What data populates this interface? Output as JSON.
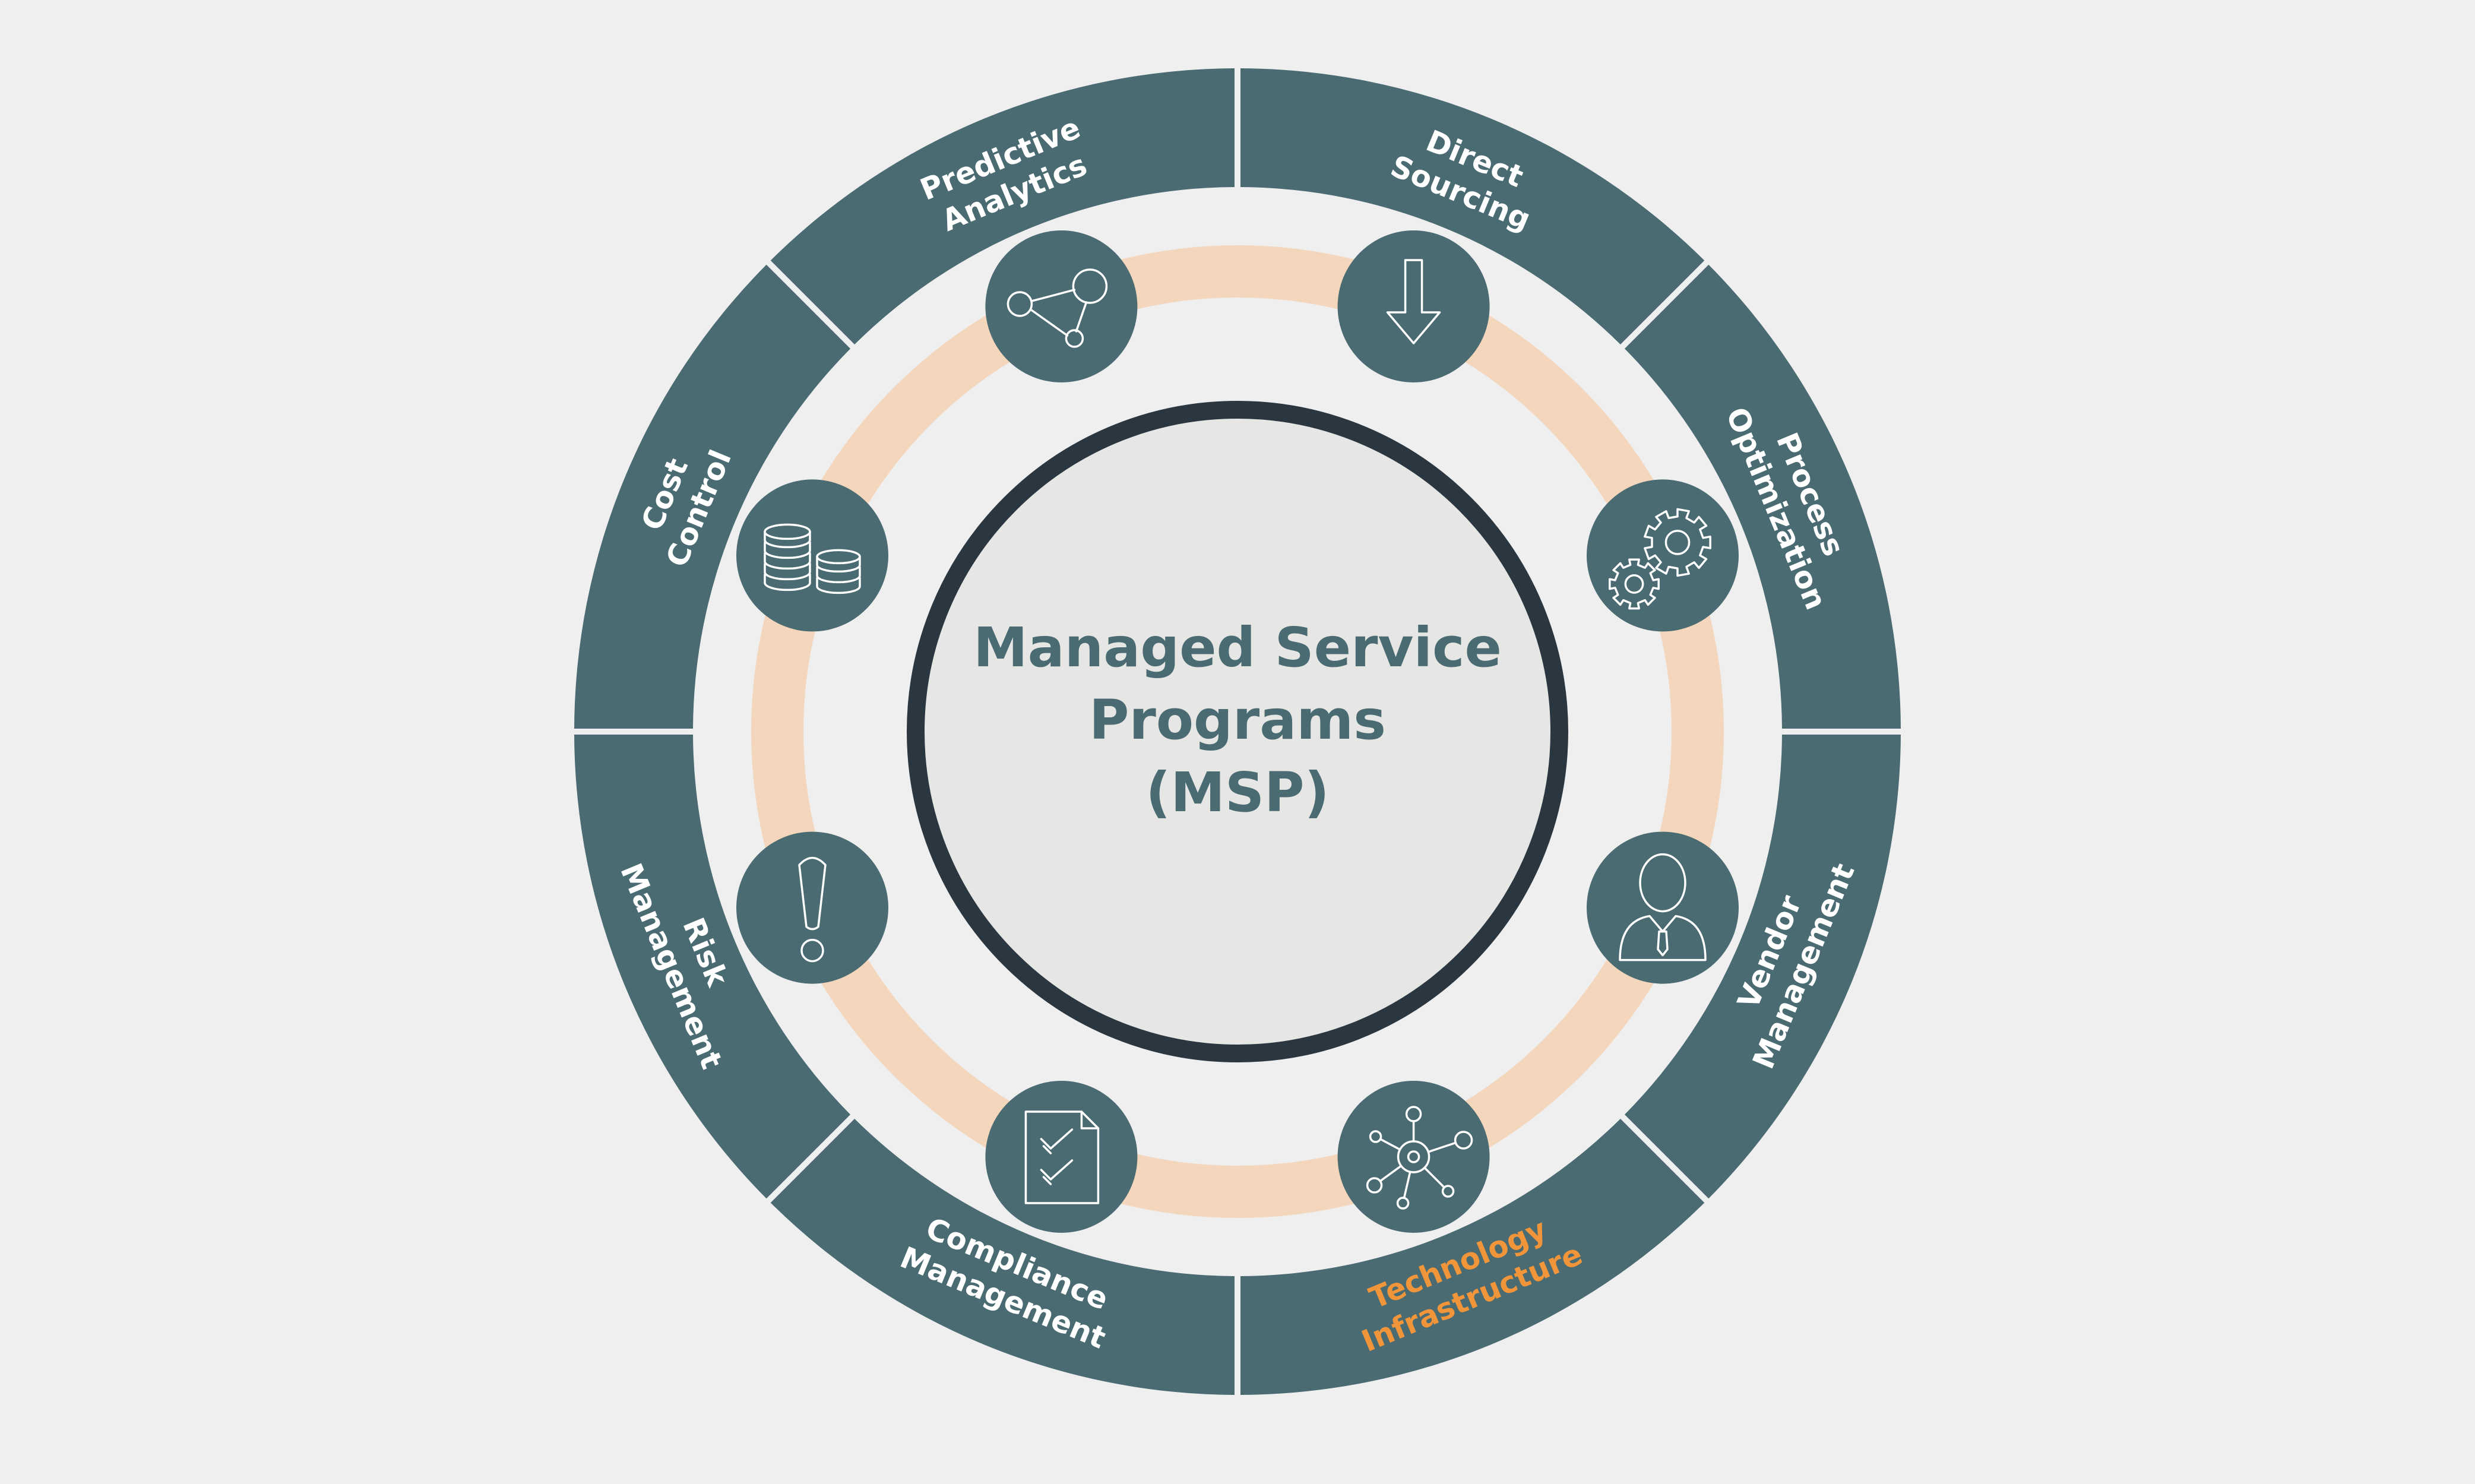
{
  "colors": {
    "background": "#efefef",
    "segment": "#4a6b72",
    "accent_text": "#f0953a",
    "ring": "#f3d6bc",
    "center_fill": "#e6e6e4",
    "center_border": "#2a3640",
    "center_text": "#4a6b72"
  },
  "center": {
    "line1": "Managed Service",
    "line2": "Programs",
    "line3": "(MSP)"
  },
  "segments": [
    {
      "id": "direct-sourcing",
      "line1": "Direct",
      "line2": "Sourcing",
      "icon": "download-arrow-icon",
      "highlight": false
    },
    {
      "id": "process-optimization",
      "line1": "Process",
      "line2": "Optimization",
      "icon": "gears-icon",
      "highlight": false
    },
    {
      "id": "vendor-management",
      "line1": "Vendor",
      "line2": "Management",
      "icon": "person-icon",
      "highlight": false
    },
    {
      "id": "technology-infrastructure",
      "line1": "Technology",
      "line2": "Infrastructure",
      "icon": "network-hub-icon",
      "highlight": true
    },
    {
      "id": "compliance-management",
      "line1": "Compliance",
      "line2": "Management",
      "icon": "checklist-document-icon",
      "highlight": false
    },
    {
      "id": "risk-management",
      "line1": "Risk",
      "line2": "Management",
      "icon": "exclamation-icon",
      "highlight": false
    },
    {
      "id": "cost-control",
      "line1": "Cost",
      "line2": "Control",
      "icon": "coin-stacks-icon",
      "highlight": false
    },
    {
      "id": "predictive-analytics",
      "line1": "Predictive",
      "line2": "Analytics",
      "icon": "connected-nodes-icon",
      "highlight": false
    }
  ]
}
